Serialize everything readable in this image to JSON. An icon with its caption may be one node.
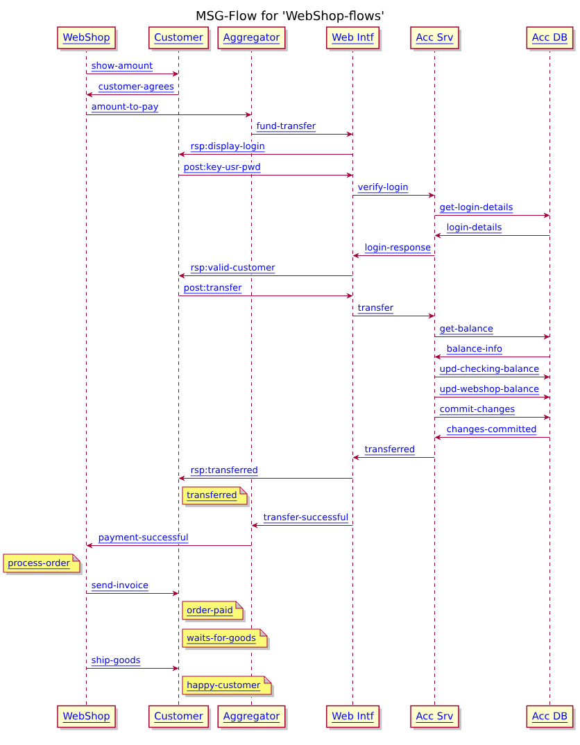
{
  "diagram": {
    "title": "MSG-Flow for 'WebShop-flows'",
    "nodes": [
      {
        "text": [
          "WebShop"
        ]
      },
      {
        "text": [
          "Customer"
        ]
      },
      {
        "text": [
          "Aggregator"
        ]
      },
      {
        "text": [
          "Web Intf"
        ]
      },
      {
        "text": [
          "Acc Srv"
        ]
      },
      {
        "text": [
          "Acc DB"
        ]
      },
      {
        "text": [],
        "shape": "line"
      },
      {
        "text": [],
        "shape": "line"
      },
      {
        "text": [],
        "shape": "line"
      },
      {
        "text": [],
        "shape": "line"
      },
      {
        "text": [],
        "shape": "line"
      },
      {
        "text": [],
        "shape": "line"
      },
      {
        "text": [
          "transferred"
        ]
      },
      {
        "text": [
          "process-order"
        ]
      },
      {
        "text": [
          "order-paid"
        ]
      },
      {
        "text": [
          "waits-for-goods"
        ]
      },
      {
        "text": [
          "happy-customer"
        ]
      },
      {
        "text": [
          "WebShop"
        ]
      },
      {
        "text": [
          "Customer"
        ]
      },
      {
        "text": [
          "Aggregator"
        ]
      },
      {
        "text": [
          "Web Intf"
        ]
      },
      {
        "text": [
          "Acc Srv"
        ]
      },
      {
        "text": [
          "Acc DB"
        ]
      }
    ],
    "edges": [
      {
        "from": 6,
        "to": 7,
        "arrow": "to",
        "label": "show-amount"
      },
      {
        "from": 7,
        "to": 6,
        "arrow": "to",
        "label": "customer-agrees"
      },
      {
        "from": 6,
        "to": 8,
        "arrow": "to",
        "label": "amount-to-pay"
      },
      {
        "from": 8,
        "to": 9,
        "arrow": "to",
        "label": "fund-transfer"
      },
      {
        "from": 9,
        "to": 7,
        "arrow": "to",
        "label": "rsp:display-login"
      },
      {
        "from": 7,
        "to": 9,
        "arrow": "to",
        "label": "post:key-usr-pwd"
      },
      {
        "from": 9,
        "to": 10,
        "arrow": "to",
        "label": "verify-login"
      },
      {
        "from": 10,
        "to": 11,
        "arrow": "to",
        "label": "get-login-details"
      },
      {
        "from": 11,
        "to": 10,
        "arrow": "to",
        "label": "login-details"
      },
      {
        "from": 10,
        "to": 9,
        "arrow": "to",
        "label": "login-response"
      },
      {
        "from": 9,
        "to": 7,
        "arrow": "to",
        "label": "rsp:valid-customer"
      },
      {
        "from": 7,
        "to": 9,
        "arrow": "to",
        "label": "post:transfer"
      },
      {
        "from": 9,
        "to": 10,
        "arrow": "to",
        "label": "transfer"
      },
      {
        "from": 10,
        "to": 11,
        "arrow": "to",
        "label": "get-balance"
      },
      {
        "from": 11,
        "to": 10,
        "arrow": "to",
        "label": "balance-info"
      },
      {
        "from": 10,
        "to": 11,
        "arrow": "to",
        "label": "upd-checking-balance"
      },
      {
        "from": 10,
        "to": 11,
        "arrow": "to",
        "label": "upd-webshop-balance"
      },
      {
        "from": 10,
        "to": 11,
        "arrow": "to",
        "label": "commit-changes"
      },
      {
        "from": 11,
        "to": 10,
        "arrow": "to",
        "label": "changes-committed"
      },
      {
        "from": 10,
        "to": 9,
        "arrow": "to",
        "label": "transferred"
      },
      {
        "from": 9,
        "to": 7,
        "arrow": "to",
        "label": "rsp:transferred"
      },
      {
        "from": 9,
        "to": 8,
        "arrow": "to",
        "label": "transfer-successful"
      },
      {
        "from": 8,
        "to": 6,
        "arrow": "to",
        "label": "payment-successful"
      },
      {
        "from": 6,
        "to": 7,
        "arrow": "to",
        "label": "send-invoice"
      },
      {
        "from": 6,
        "to": 7,
        "arrow": "to",
        "label": "ship-goods"
      }
    ]
  }
}
